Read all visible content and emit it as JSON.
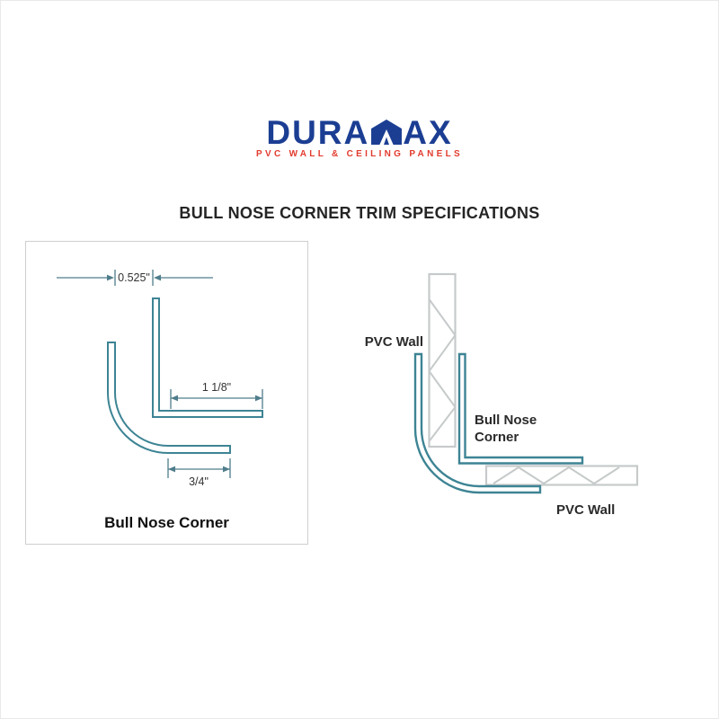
{
  "logo": {
    "word_part1": "DURA",
    "word_part2": "AX",
    "m_symbol": "house-shaped-M",
    "subtitle": "PVC WALL & CEILING PANELS",
    "brand_blue": "#1b3e93",
    "brand_red": "#e23b2e"
  },
  "heading": "BULL NOSE CORNER TRIM SPECIFICATIONS",
  "profile_diagram": {
    "caption": "Bull Nose Corner",
    "dim_slot_width": "0.525\"",
    "dim_top_leg": "1 1/8\"",
    "dim_bottom_leg": "3/4\"",
    "line_color": "#3d8494"
  },
  "install_diagram": {
    "label_vertical_wall": "PVC Wall",
    "label_corner_line1": "Bull Nose",
    "label_corner_line2": "Corner",
    "label_horizontal_wall": "PVC Wall",
    "trim_color": "#3d8494",
    "panel_color": "#c6cacb"
  }
}
